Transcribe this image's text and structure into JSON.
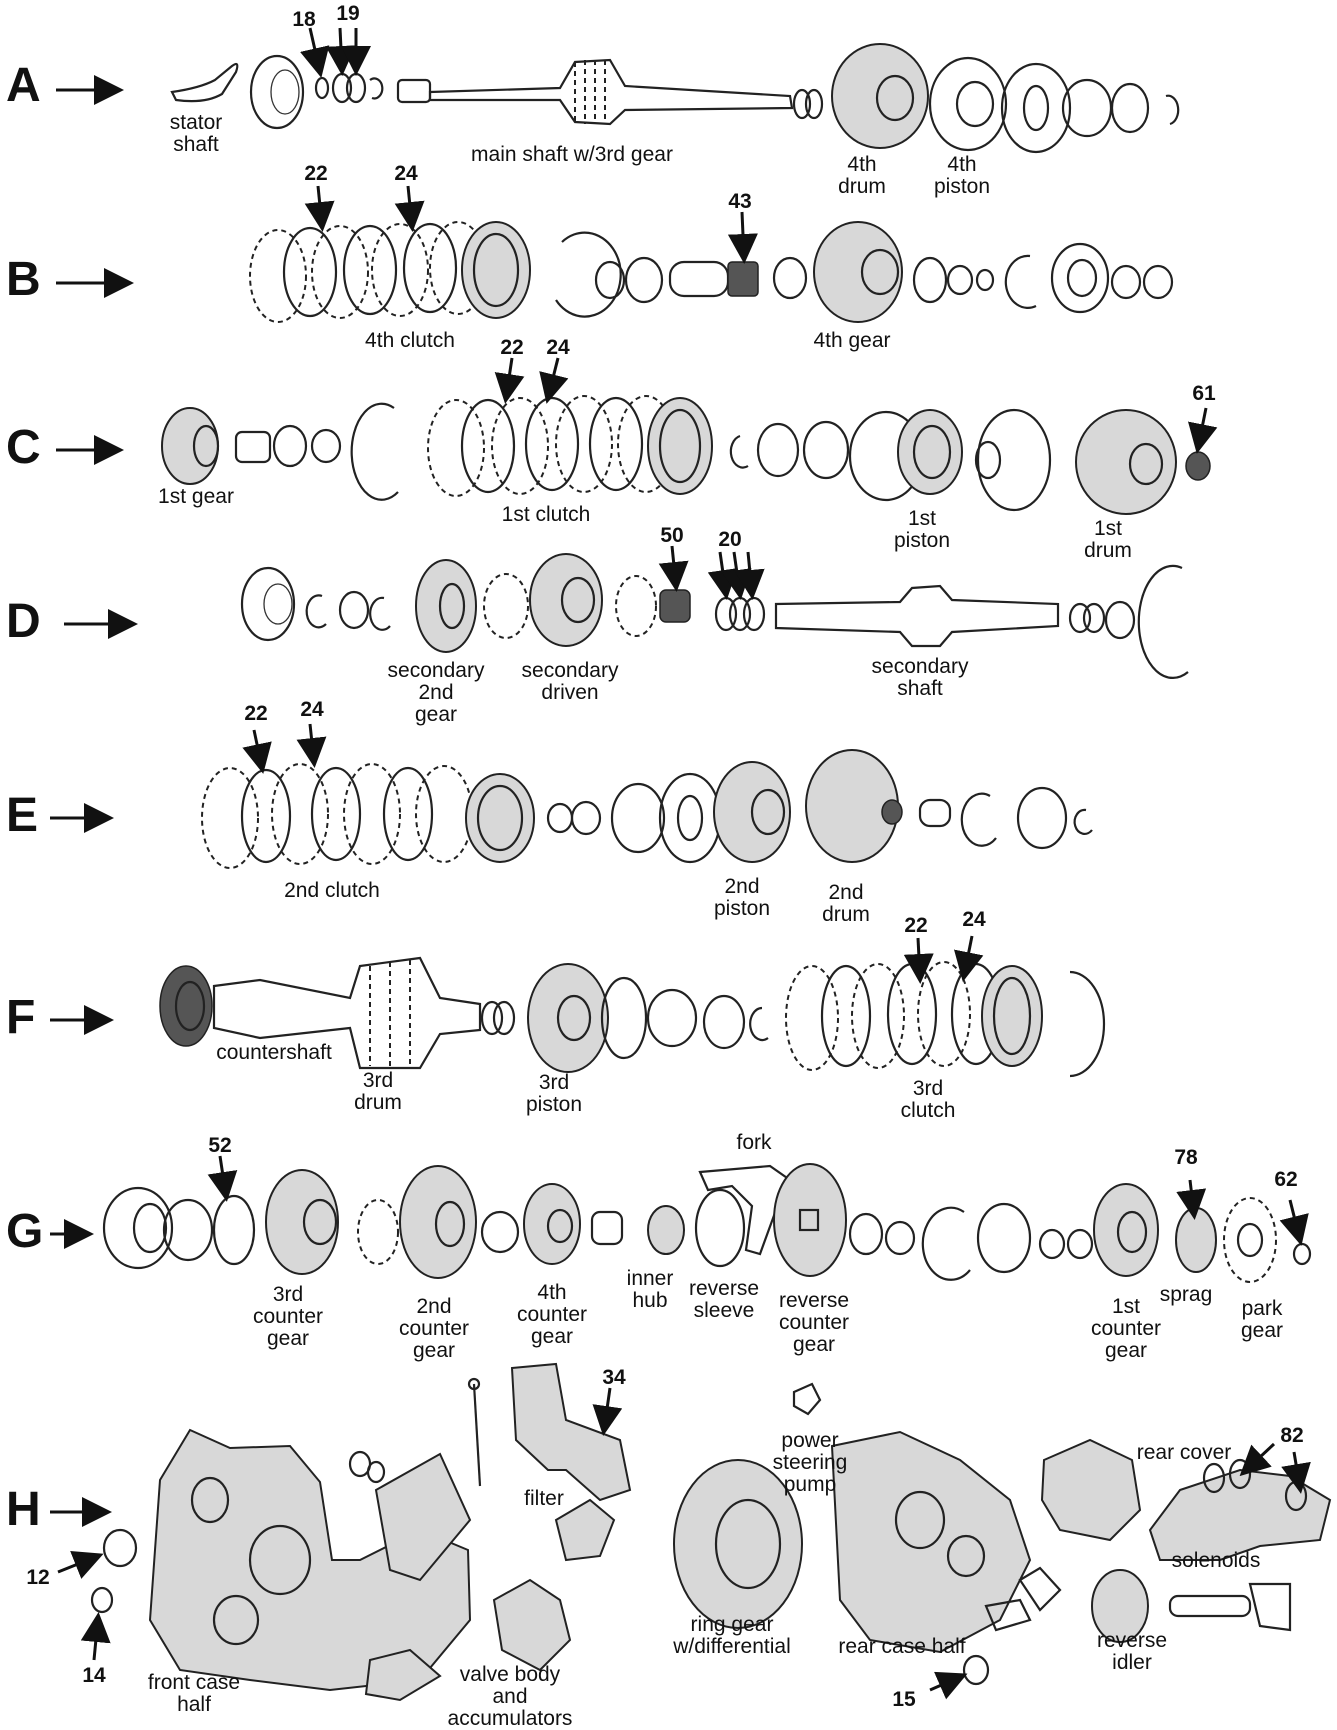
{
  "rows": [
    {
      "letter": "A"
    },
    {
      "letter": "B"
    },
    {
      "letter": "C"
    },
    {
      "letter": "D"
    },
    {
      "letter": "E"
    },
    {
      "letter": "F"
    },
    {
      "letter": "G"
    },
    {
      "letter": "H"
    }
  ],
  "labels": {
    "stator_shaft": "stator\nshaft",
    "main_shaft": "main shaft w/3rd gear",
    "fourth_drum": "4th\ndrum",
    "fourth_piston": "4th\npiston",
    "fourth_clutch": "4th clutch",
    "fourth_gear": "4th gear",
    "first_gear": "1st gear",
    "first_clutch": "1st clutch",
    "first_piston": "1st\npiston",
    "first_drum": "1st\ndrum",
    "secondary_2nd_gear": "secondary\n2nd\ngear",
    "secondary_driven": "secondary\ndriven",
    "secondary_shaft": "secondary\nshaft",
    "second_clutch": "2nd clutch",
    "second_piston": "2nd\npiston",
    "second_drum": "2nd\ndrum",
    "countershaft": "countershaft",
    "third_drum": "3rd\ndrum",
    "third_piston": "3rd\npiston",
    "third_clutch": "3rd\nclutch",
    "fork": "fork",
    "third_counter_gear": "3rd\ncounter\ngear",
    "second_counter_gear": "2nd\ncounter\ngear",
    "fourth_counter_gear": "4th\ncounter\ngear",
    "inner_hub": "inner\nhub",
    "reverse_sleeve": "reverse\nsleeve",
    "reverse_counter_gear": "reverse\ncounter\ngear",
    "first_counter_gear": "1st\ncounter\ngear",
    "sprag": "sprag",
    "park_gear": "park\ngear",
    "filter": "filter",
    "power_steering_pump": "power\nsteering\npump",
    "rear_cover": "rear cover",
    "solenoids": "solenoids",
    "front_case_half": "front case\nhalf",
    "valve_body": "valve body\nand\naccumulators",
    "ring_gear": "ring gear\nw/differential",
    "rear_case_half": "rear case half",
    "reverse_idler": "reverse\nidler"
  },
  "callouts": {
    "n18": "18",
    "n19": "19",
    "b22": "22",
    "b24": "24",
    "b43": "43",
    "c22": "22",
    "c24": "24",
    "c61": "61",
    "d50": "50",
    "d20": "20",
    "e22": "22",
    "e24": "24",
    "f22": "22",
    "f24": "24",
    "g52": "52",
    "g78": "78",
    "g62": "62",
    "h34": "34",
    "h82": "82",
    "h12": "12",
    "h14": "14",
    "h15": "15"
  }
}
